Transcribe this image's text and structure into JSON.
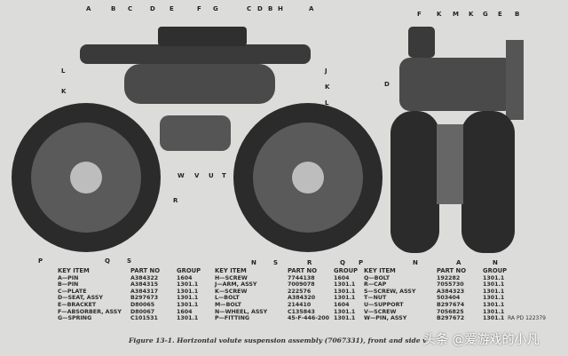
{
  "figure": {
    "caption": "Figure 13-1. Horizontal volute suspension assembly (7067331), front and side v",
    "stamp": "RA PD 122379",
    "watermark": "头条 @爱游戏的小凡",
    "callouts": {
      "front_top": [
        "A",
        "B",
        "C",
        "D",
        "E",
        "F",
        "G",
        "C",
        "D",
        "B",
        "H",
        "A"
      ],
      "front_left": [
        "L",
        "K"
      ],
      "front_right": [
        "J",
        "K",
        "L"
      ],
      "front_bottom": [
        "P",
        "Q",
        "S",
        "W",
        "V",
        "U",
        "T",
        "R",
        "N",
        "S",
        "R",
        "Q",
        "P"
      ],
      "side_top": [
        "F",
        "K",
        "M",
        "K",
        "G",
        "E",
        "B"
      ],
      "side_left": [
        "D"
      ],
      "side_bottom": [
        "N",
        "A",
        "N"
      ]
    }
  },
  "parts_table": {
    "headers": {
      "key_item": "KEY     ITEM",
      "part_no": "PART NO",
      "group": "GROUP"
    },
    "columns": [
      [
        {
          "item": "A—PIN",
          "part": "A384322",
          "group": "1604"
        },
        {
          "item": "B—PIN",
          "part": "A384315",
          "group": "1301.1"
        },
        {
          "item": "C—PLATE",
          "part": "A384317",
          "group": "1301.1"
        },
        {
          "item": "D—SEAT, ASSY",
          "part": "B297673",
          "group": "1301.1"
        },
        {
          "item": "E—BRACKET",
          "part": "D80065",
          "group": "1301.1"
        },
        {
          "item": "F—ABSORBER, ASSY",
          "part": "D80067",
          "group": "1604"
        },
        {
          "item": "G—SPRING",
          "part": "C101531",
          "group": "1301.1"
        }
      ],
      [
        {
          "item": "H—SCREW",
          "part": "7744138",
          "group": "1604"
        },
        {
          "item": "J—ARM, ASSY",
          "part": "7009078",
          "group": "1301.1"
        },
        {
          "item": "K—SCREW",
          "part": "222576",
          "group": "1301.1"
        },
        {
          "item": "L—BOLT",
          "part": "A384320",
          "group": "1301.1"
        },
        {
          "item": "M—BOLT",
          "part": "214410",
          "group": "1604"
        },
        {
          "item": "N—WHEEL, ASSY",
          "part": "C135843",
          "group": "1301.1"
        },
        {
          "item": "P—FITTING",
          "part": "45-F-446-200",
          "group": "1301.1"
        }
      ],
      [
        {
          "item": "Q—BOLT",
          "part": "192282",
          "group": "1301.1"
        },
        {
          "item": "R—CAP",
          "part": "7055730",
          "group": "1301.1"
        },
        {
          "item": "S—SCREW, ASSY",
          "part": "A384323",
          "group": "1301.1"
        },
        {
          "item": "T—NUT",
          "part": "503404",
          "group": "1301.1"
        },
        {
          "item": "U—SUPPORT",
          "part": "B297674",
          "group": "1301.1"
        },
        {
          "item": "V—SCREW",
          "part": "7056825",
          "group": "1301.1"
        },
        {
          "item": "W—PIN, ASSY",
          "part": "B297672",
          "group": "1301.1"
        }
      ]
    ]
  }
}
